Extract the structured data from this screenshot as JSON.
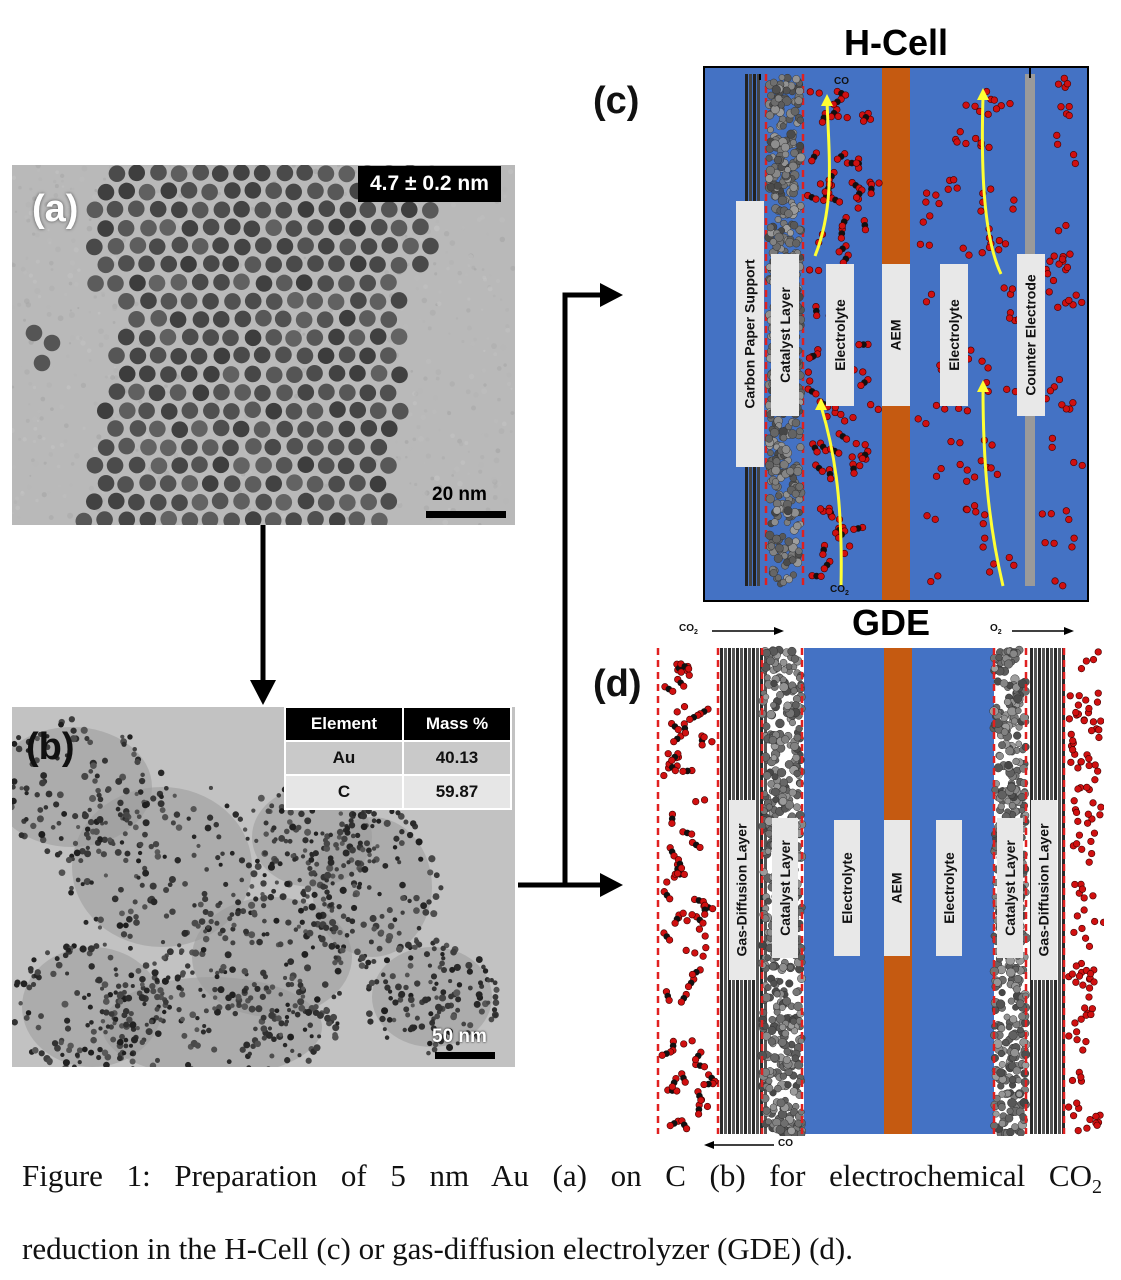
{
  "panel_a": {
    "label": "(a)",
    "size_badge": "4.7 ± 0.2 nm",
    "scale_text": "20 nm"
  },
  "panel_b": {
    "label": "(b)",
    "scale_text": "50 nm",
    "table": {
      "headers": [
        "Element",
        "Mass %"
      ],
      "rows": [
        [
          "Au",
          "40.13"
        ],
        [
          "C",
          "59.87"
        ]
      ]
    }
  },
  "panel_c": {
    "label": "(c)",
    "title": "H-Cell",
    "layers": {
      "carbon_paper": "Carbon Paper Support",
      "catalyst": "Catalyst Layer",
      "electrolyte_left": "Electrolyte",
      "membrane": "AEM",
      "electrolyte_right": "Electrolyte",
      "counter": "Counter Electrode"
    },
    "gas_top": "CO",
    "gas_bottom_base": "CO",
    "gas_bottom_sub": "2"
  },
  "panel_d": {
    "label": "(d)",
    "title": "GDE",
    "layers": {
      "gdl_left": "Gas-Diffusion Layer",
      "catalyst_left": "Catalyst Layer",
      "electrolyte_left": "Electrolyte",
      "membrane": "AEM",
      "electrolyte_right": "Electrolyte",
      "catalyst_right": "Catalyst Layer",
      "gdl_right": "Gas-Diffusion Layer"
    },
    "flow_in_base": "CO",
    "flow_in_sub": "2",
    "flow_out_base": "O",
    "flow_out_sub": "2",
    "flow_bottom": "CO"
  },
  "caption": {
    "line1_pre": "Figure 1: Preparation of 5 nm Au (a) on C (b) for electrochemical CO",
    "line1_sub": "2",
    "line2": "reduction in the H-Cell (c) or gas-diffusion electrolyzer (GDE) (d)."
  },
  "colors": {
    "electrolyte_blue": "#4472c4",
    "membrane_orange": "#c55a11",
    "dashed_red": "#e02020",
    "molecule_red": "#d01010",
    "arrow_yellow": "#ffff33"
  }
}
